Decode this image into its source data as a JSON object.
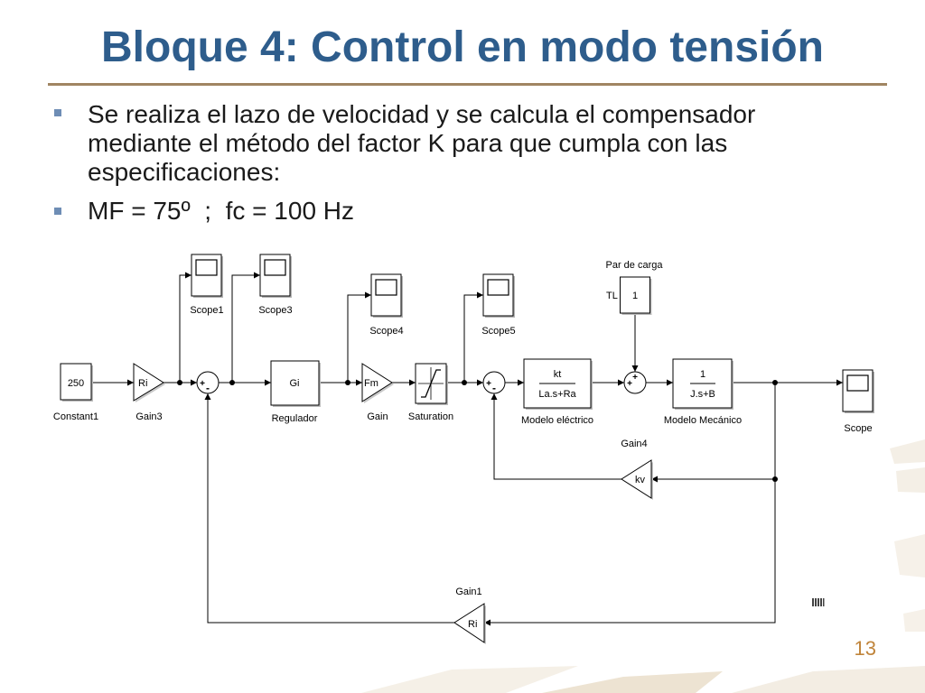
{
  "slide": {
    "title": "Bloque 4: Control en modo tensión",
    "bullets": [
      "Se realiza el lazo de velocidad y se calcula el compensador mediante el método del factor K para que cumpla con las especificaciones:",
      "MF = 75º  ;  fc = 100 Hz"
    ],
    "page_number": "13"
  },
  "colors": {
    "title": "#2E5D8C",
    "rule": "#A08562",
    "bullet_marker": "#6E8DB5",
    "body_text": "#1A1A1A",
    "page_number": "#C0843A"
  },
  "diagram": {
    "constant1": {
      "value": "250",
      "label": "Constant1"
    },
    "gain3": {
      "value": "Ri",
      "label": "Gain3"
    },
    "scope1": {
      "label": "Scope1"
    },
    "scope3": {
      "label": "Scope3"
    },
    "regulador": {
      "value": "Gi",
      "label": "Regulador"
    },
    "gain": {
      "value": "Fm",
      "label": "Gain"
    },
    "saturation": {
      "label": "Saturation"
    },
    "scope4": {
      "label": "Scope4"
    },
    "scope5": {
      "label": "Scope5"
    },
    "modelo_electrico": {
      "numerator": "kt",
      "denominator": "La.s+Ra",
      "label": "Modelo eléctrico"
    },
    "par_de_carga": {
      "value": "1",
      "signal": "TL",
      "label": "Par de carga"
    },
    "modelo_mecanico": {
      "numerator": "1",
      "denominator": "J.s+B",
      "label": "Modelo Mecánico"
    },
    "scope": {
      "label": "Scope"
    },
    "gain4": {
      "value": "kv",
      "label": "Gain4"
    },
    "gain1": {
      "value": "Ri",
      "label": "Gain1"
    },
    "sum1": {
      "signs": [
        "+",
        "-"
      ]
    },
    "sum2": {
      "signs": [
        "+",
        "-"
      ]
    },
    "sum3": {
      "signs": [
        "+",
        "+"
      ]
    }
  }
}
